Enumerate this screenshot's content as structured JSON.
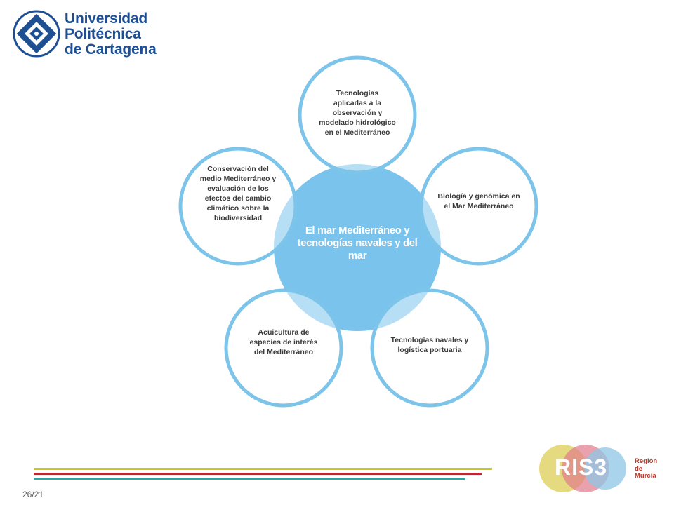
{
  "header": {
    "logo_lines": [
      "Universidad",
      "Politécnica",
      "de Cartagena"
    ]
  },
  "diagram": {
    "center": "El mar Mediterráneo y tecnologías navales y del mar",
    "nodes": [
      "Tecnologías aplicadas a la observación y modelado hidrológico en el Mediterráneo",
      "Biología y genómica en el Mar Mediterráneo",
      "Tecnologías navales y logística portuaria",
      "Acuicultura de especies de interés del Mediterráneo",
      "Conservación del medio Mediterráneo y evaluación de los efectos del cambio climático sobre la biodiversidad"
    ]
  },
  "footer": {
    "page_number": "26/21",
    "ris_label": "RIS3",
    "region_lines": [
      "Región",
      "de",
      "Murcia"
    ]
  },
  "colors": {
    "center_fill": "#7ac3ec",
    "ring": "#7dc4ea",
    "logo_blue": "#1f4f93",
    "line_yellow": "#c8c81e",
    "line_red": "#b52a35",
    "line_teal": "#2aa6a4"
  }
}
